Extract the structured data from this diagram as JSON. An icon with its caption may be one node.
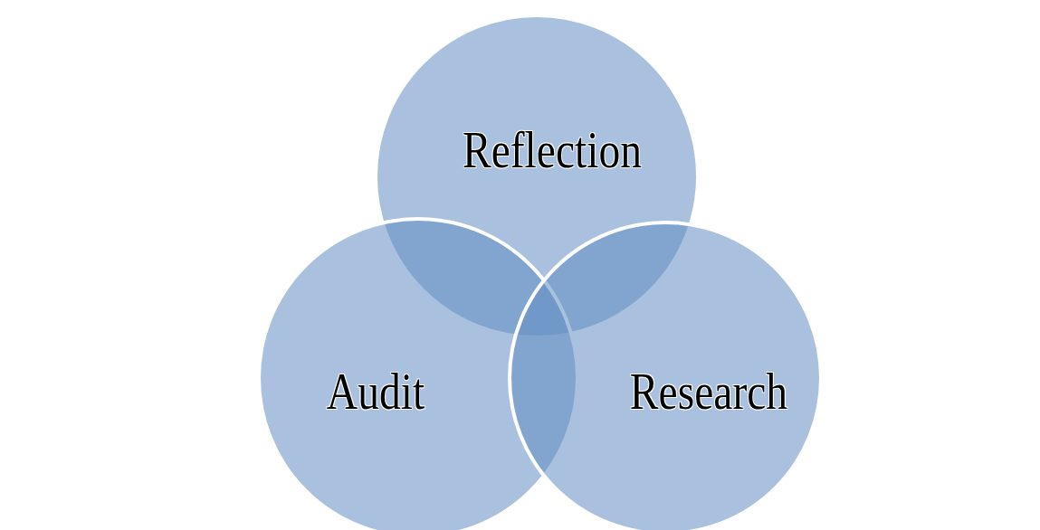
{
  "diagram": {
    "nodes": [
      {
        "text": [
          "Reflection"
        ]
      },
      {
        "text": [
          "Audit"
        ]
      },
      {
        "text": [
          "Research"
        ]
      }
    ]
  }
}
